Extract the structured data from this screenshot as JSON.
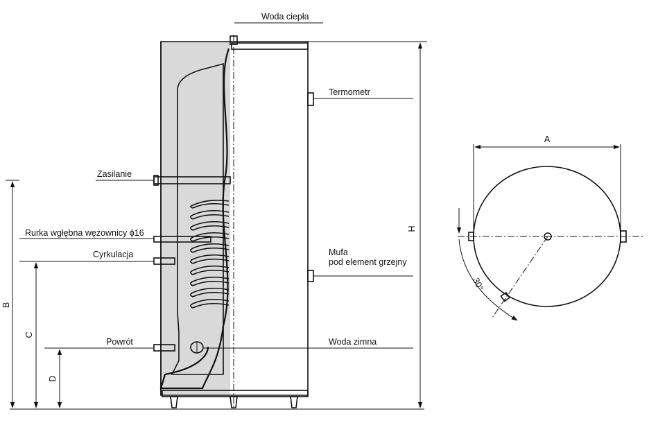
{
  "labels": {
    "hot_water": "Woda ciepła",
    "thermometer": "Termometr",
    "supply": "Zasilanie",
    "coil_sensor_tube": "Rurka wgłębna wężownicy ϕ16",
    "circulation": "Cyrkulacja",
    "heater_socket_line1": "Mufa",
    "heater_socket_line2": "pod element grzejny",
    "return": "Powrót",
    "cold_water": "Woda zimna"
  },
  "dimensions": {
    "height": "H",
    "diameter": "A",
    "b": "B",
    "c": "C",
    "d": "D",
    "angle": "30°"
  },
  "colors": {
    "insulation": "#d9d9d9",
    "stroke": "#111111",
    "background": "#ffffff"
  }
}
